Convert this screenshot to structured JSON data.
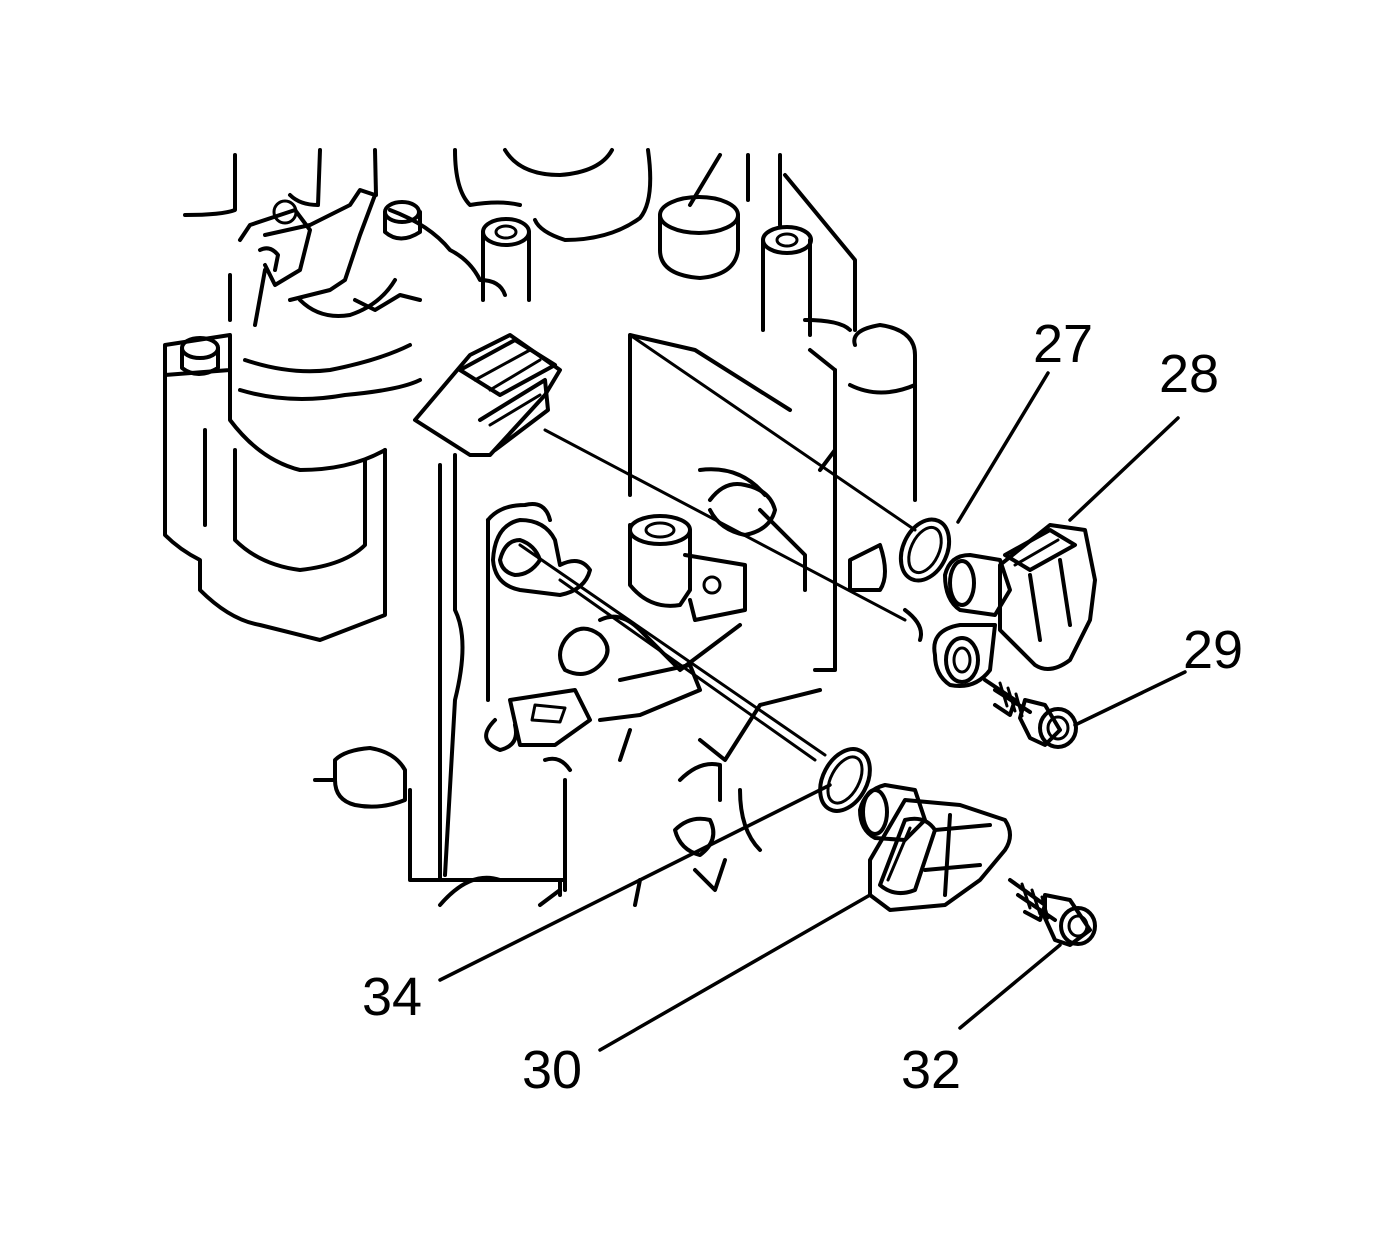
{
  "callouts": {
    "c27": "27",
    "c28": "28",
    "c29": "29",
    "c30": "30",
    "c32": "32",
    "c34": "34"
  },
  "colors": {
    "ink": "#000000",
    "background": "#ffffff"
  }
}
